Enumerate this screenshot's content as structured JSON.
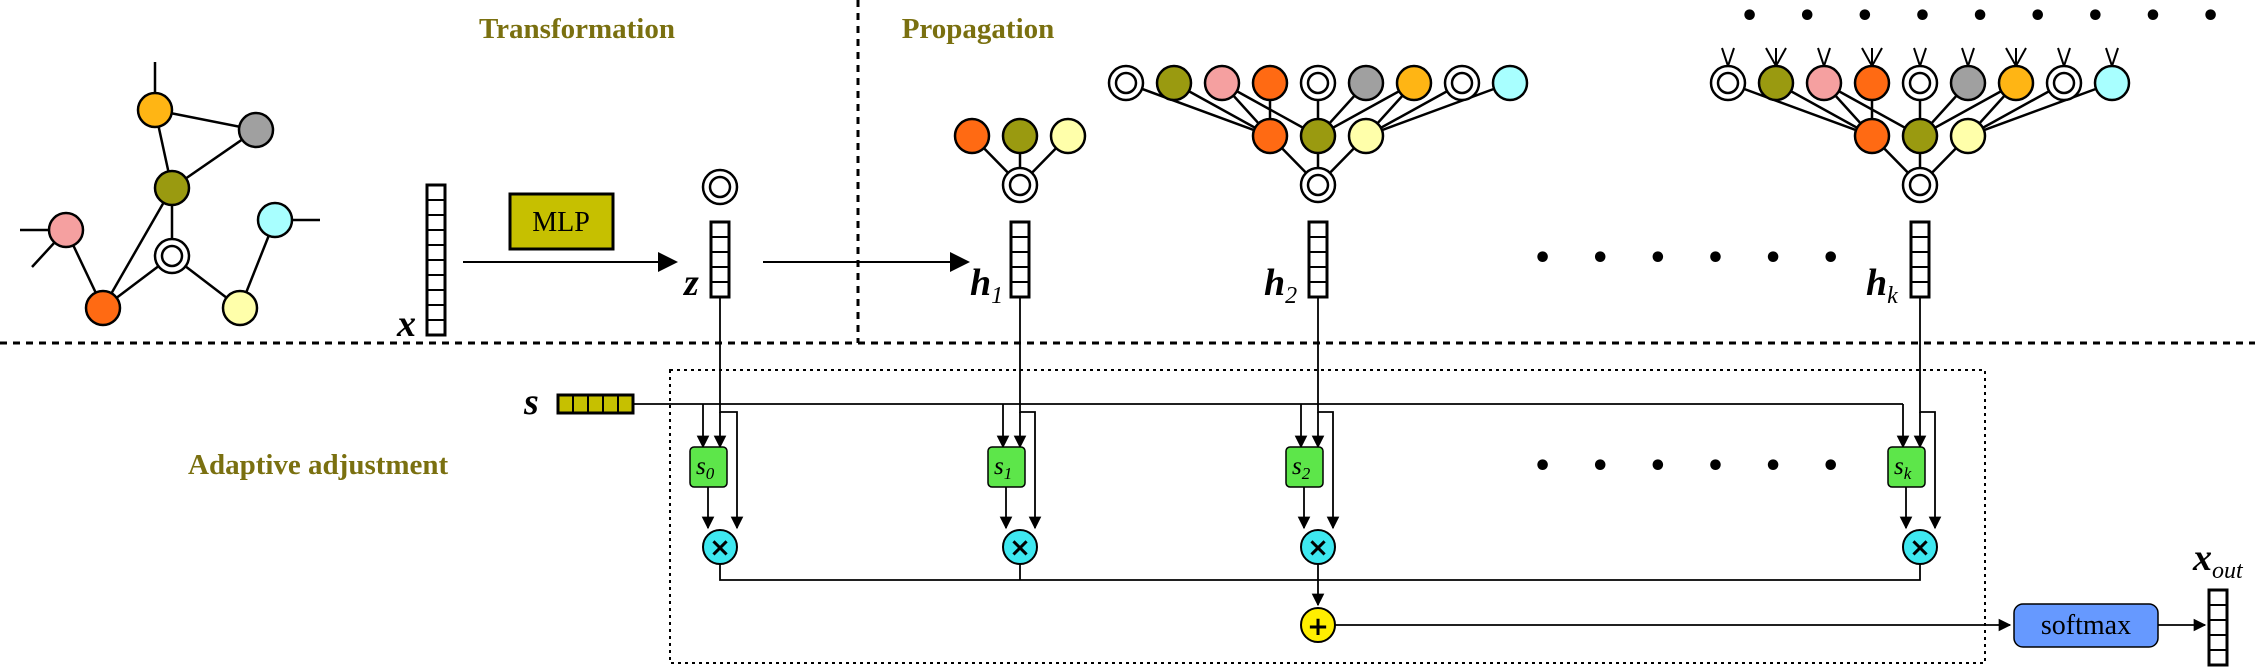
{
  "sections": {
    "transformation": "Transformation",
    "propagation": "Propagation",
    "adaptive": "Adaptive adjustment"
  },
  "labels": {
    "x": "x",
    "z": "z",
    "h": "h",
    "h1_sub": "1",
    "h2_sub": "2",
    "hk_sub": "k",
    "s": "s",
    "xout": "x",
    "xout_sub": "out"
  },
  "boxes": {
    "mlp": "MLP",
    "softmax": "softmax"
  },
  "s_nodes": [
    {
      "main": "s",
      "sub": "0"
    },
    {
      "main": "s",
      "sub": "1"
    },
    {
      "main": "s",
      "sub": "2"
    },
    {
      "main": "s",
      "sub": "k"
    }
  ],
  "operators": {
    "multiply": "×",
    "add": "+"
  },
  "ellipsis": "• • • • • •",
  "ellipsis_top": "• • • • • • • • • • •",
  "colors": {
    "orange": "#ff6a13",
    "olive": "#9a9a10",
    "pink": "#f5a0a0",
    "gold": "#ffb514",
    "gray": "#a0a0a0",
    "cyan": "#a8ffff",
    "lightyellow": "#ffffaa",
    "green": "#5de64a",
    "mlp": "#c6c000",
    "softmax": "#6699ff",
    "title": "#7a7010",
    "multiply": "#3ee8f0",
    "add": "#ffee00"
  }
}
